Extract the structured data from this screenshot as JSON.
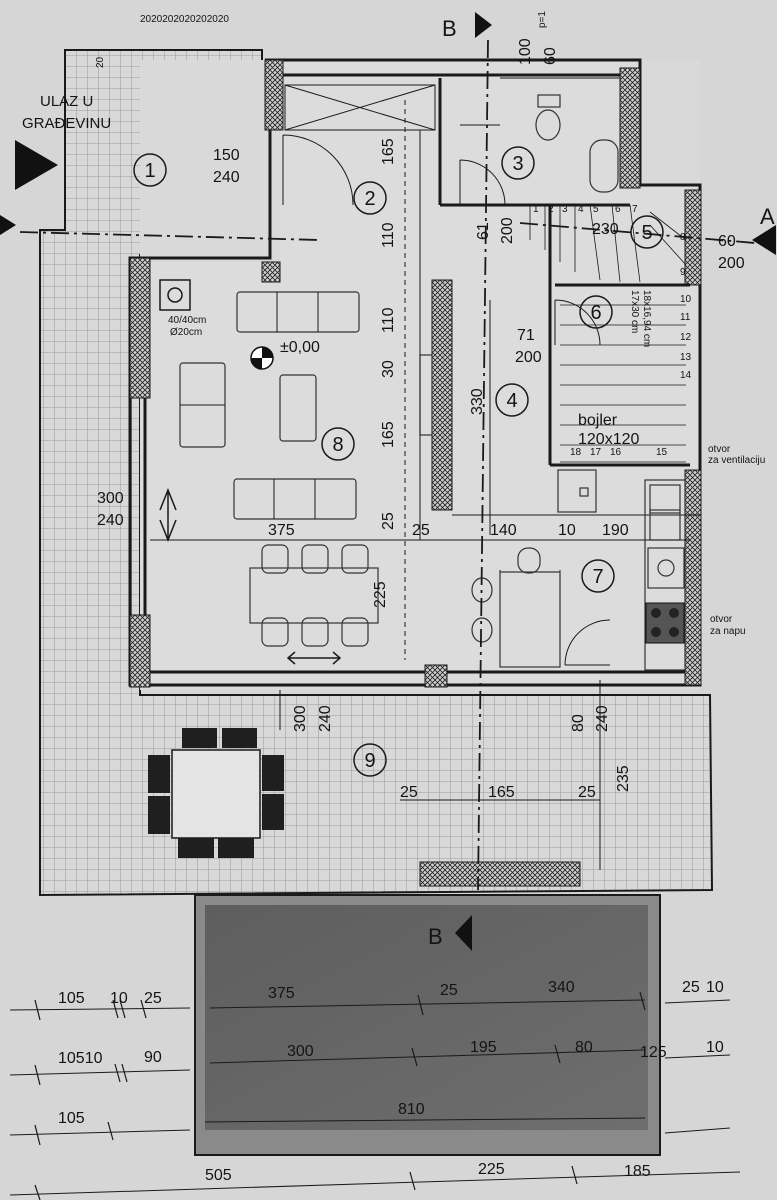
{
  "header": {
    "entrance_line1": "ULAZ U",
    "entrance_line2": "GRAĐEVINU",
    "top_code": "2020202020202020",
    "section_b": "B",
    "section_a": "A",
    "p_label": "p=1"
  },
  "rooms": [
    {
      "number": "1"
    },
    {
      "number": "2"
    },
    {
      "number": "3"
    },
    {
      "number": "4"
    },
    {
      "number": "5"
    },
    {
      "number": "6"
    },
    {
      "number": "7"
    },
    {
      "number": "8"
    },
    {
      "number": "9"
    }
  ],
  "annotations": {
    "level": "±0,00",
    "chimney_line1": "40/40cm",
    "chimney_line2": "Ø20cm",
    "boiler_line1": "bojler",
    "boiler_line2": "120x120",
    "vent_line1": "otvor",
    "vent_line2": "za ventilaciju",
    "exhaust_line1": "otvor",
    "exhaust_line2": "za napu",
    "stair_line1": "17x30 cm",
    "stair_line2": "18x16,94 cm"
  },
  "stair_steps": [
    "1",
    "2",
    "3",
    "4",
    "5",
    "6",
    "7",
    "8",
    "9",
    "10",
    "11",
    "12",
    "13",
    "14",
    "15",
    "16",
    "17",
    "18"
  ],
  "dimensions": {
    "d_top_100": "100",
    "d_top_60": "60",
    "d_20": "20",
    "d_150": "150",
    "d_240a": "240",
    "d_165a": "165",
    "d_110a": "110",
    "d_110b": "110",
    "d_30": "30",
    "d_165b": "165",
    "d_25a": "25",
    "d_61": "61",
    "d_200a": "200",
    "d_230": "230",
    "d_60b": "60",
    "d_200b": "200",
    "d_71": "71",
    "d_200c": "200",
    "d_330": "330",
    "d_300a": "300",
    "d_240b": "240",
    "d_375a": "375",
    "d_25b": "25",
    "d_140": "140",
    "d_10a": "10",
    "d_190": "190",
    "d_225a": "225",
    "d_300b": "300",
    "d_240c": "240",
    "d_80a": "80",
    "d_240d": "240",
    "d_235": "235",
    "d_25c": "25",
    "d_165c": "165",
    "d_25d": "25",
    "r1_105": "105",
    "r1_10": "10",
    "r1_25": "25",
    "r1_375": "375",
    "r1_25b": "25",
    "r1_340": "340",
    "r1_25c": "25",
    "r1_10c": "10",
    "r2_10510": "10510",
    "r2_90": "90",
    "r2_300": "300",
    "r2_195": "195",
    "r2_80": "80",
    "r2_125": "125",
    "r2_10": "10",
    "r3_105": "105",
    "r3_810": "810",
    "r4_505": "505",
    "r4_225": "225",
    "r4_185": "185"
  }
}
